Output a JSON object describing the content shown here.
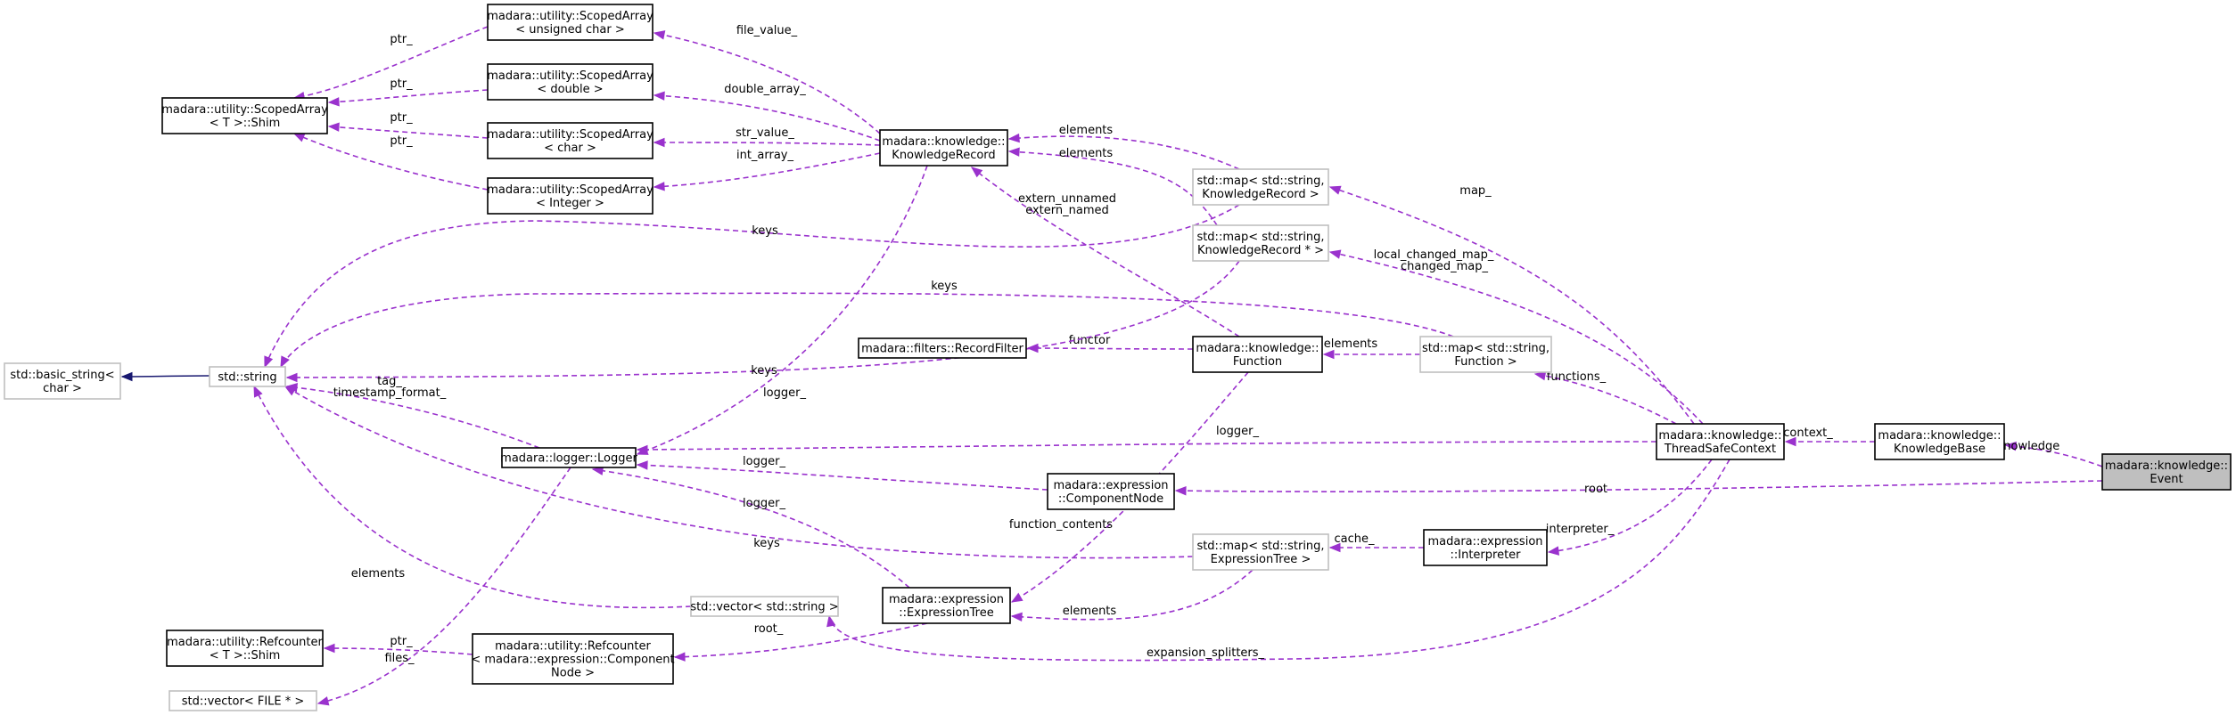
{
  "diagram": {
    "nodes": {
      "event": [
        "madara::knowledge::",
        "Event"
      ],
      "knowledge_base": [
        "madara::knowledge::",
        "KnowledgeBase"
      ],
      "thread_safe_context": [
        "madara::knowledge::",
        "ThreadSafeContext"
      ],
      "function": [
        "madara::knowledge::",
        "Function"
      ],
      "knowledge_record": [
        "madara::knowledge::",
        "KnowledgeRecord"
      ],
      "sa_uchar": [
        "madara::utility::ScopedArray",
        "< unsigned char >"
      ],
      "sa_double": [
        "madara::utility::ScopedArray",
        "< double >"
      ],
      "sa_char": [
        "madara::utility::ScopedArray",
        "< char >"
      ],
      "sa_integer": [
        "madara::utility::ScopedArray",
        "< Integer >"
      ],
      "sa_shim": [
        "madara::utility::ScopedArray",
        "< T >::Shim"
      ],
      "map_kr": [
        "std::map< std::string,",
        "KnowledgeRecord >"
      ],
      "map_kr_ptr": [
        "std::map< std::string,",
        "KnowledgeRecord * >"
      ],
      "map_function": [
        "std::map< std::string,",
        "Function >"
      ],
      "map_expr_tree": [
        "std::map< std::string,",
        "ExpressionTree >"
      ],
      "basic_string": [
        "std::basic_string<",
        "char >"
      ],
      "std_string": [
        "std::string"
      ],
      "record_filter": [
        "madara::filters::RecordFilter"
      ],
      "logger": [
        "madara::logger::Logger"
      ],
      "component_node": [
        "madara::expression",
        "::ComponentNode"
      ],
      "interpreter": [
        "madara::expression",
        "::Interpreter"
      ],
      "expression_tree": [
        "madara::expression",
        "::ExpressionTree"
      ],
      "vector_string": [
        "std::vector< std::string >"
      ],
      "refcounter_shim": [
        "madara::utility::Refcounter",
        "< T >::Shim"
      ],
      "refcounter_cn": [
        "madara::utility::Refcounter",
        "< madara::expression::Component",
        "Node >"
      ],
      "vector_file": [
        "std::vector< FILE * >"
      ]
    },
    "edge_labels": {
      "knowledge": "knowledge",
      "context": "context_",
      "root": "root",
      "map": "map_",
      "local_changed_map": [
        "local_changed_map_",
        "changed_map_"
      ],
      "functions": "functions_",
      "interpreter": "interpreter_",
      "expansion_splitters": "expansion_splitters_",
      "logger_tsc": "logger_",
      "elements_kr": "elements",
      "elements_krp": "elements",
      "elements_fn": "elements",
      "elements_et": "elements",
      "elements_vs": "elements",
      "cache": "cache_",
      "extern": [
        "extern_unnamed",
        "extern_named"
      ],
      "functor": "functor",
      "function_contents": "function_contents",
      "logger_kr": "logger_",
      "logger_cn": "logger_",
      "logger_et": "logger_",
      "keys_kr": "keys",
      "keys_krp": "keys",
      "keys_fn": "keys",
      "keys_et": "keys",
      "tag": [
        "tag_",
        "timestamp_format_"
      ],
      "files": "files_",
      "ptr_rc": "ptr_",
      "root_et": "root_",
      "file_value": "file_value_",
      "double_array": "double_array_",
      "str_value": "str_value_",
      "int_array": "int_array_",
      "ptr_uchar": "ptr_",
      "ptr_double": "ptr_",
      "ptr_char": "ptr_",
      "ptr_int": "ptr_"
    },
    "colors": {
      "usage_edge": "#9a32cd",
      "inheritance_edge": "#191970",
      "highlight_fill": "#bfbfbf",
      "ghost_border": "#bfbfbf"
    }
  }
}
